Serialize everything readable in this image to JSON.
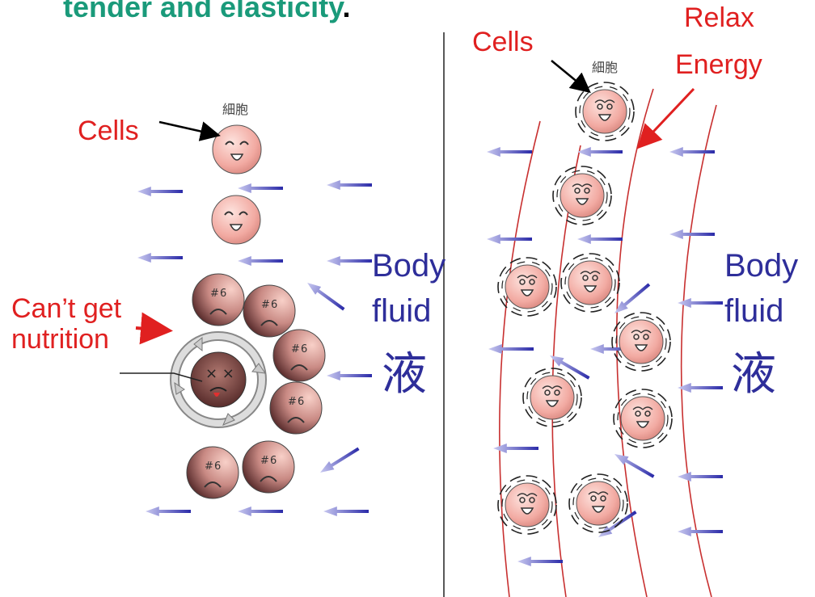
{
  "title": {
    "text": "tender and elasticity",
    "punct": "."
  },
  "left_panel": {
    "cells_label": "Cells",
    "cell_small_label": "細胞",
    "nutrition_label_line1": "Can’t get",
    "nutrition_label_line2": "nutrition",
    "fluid_line1": "Body",
    "fluid_line2": "fluid",
    "fluid_kanji": "液"
  },
  "right_panel": {
    "cells_label": "Cells",
    "cell_small_label": "細胞",
    "relax_line1": "Relax",
    "relax_line2": "Energy",
    "fluid_line1": "Body",
    "fluid_line2": "fluid",
    "fluid_kanji": "液"
  },
  "colors": {
    "title": "#1a9a7a",
    "label_red": "#e02020",
    "label_blue": "#2e2e9a",
    "arrow_blue": "#3a3ac8",
    "cell_pink": "#f4b8b0",
    "cell_dark": "#8a4a4a",
    "curve_red": "#c83030"
  }
}
